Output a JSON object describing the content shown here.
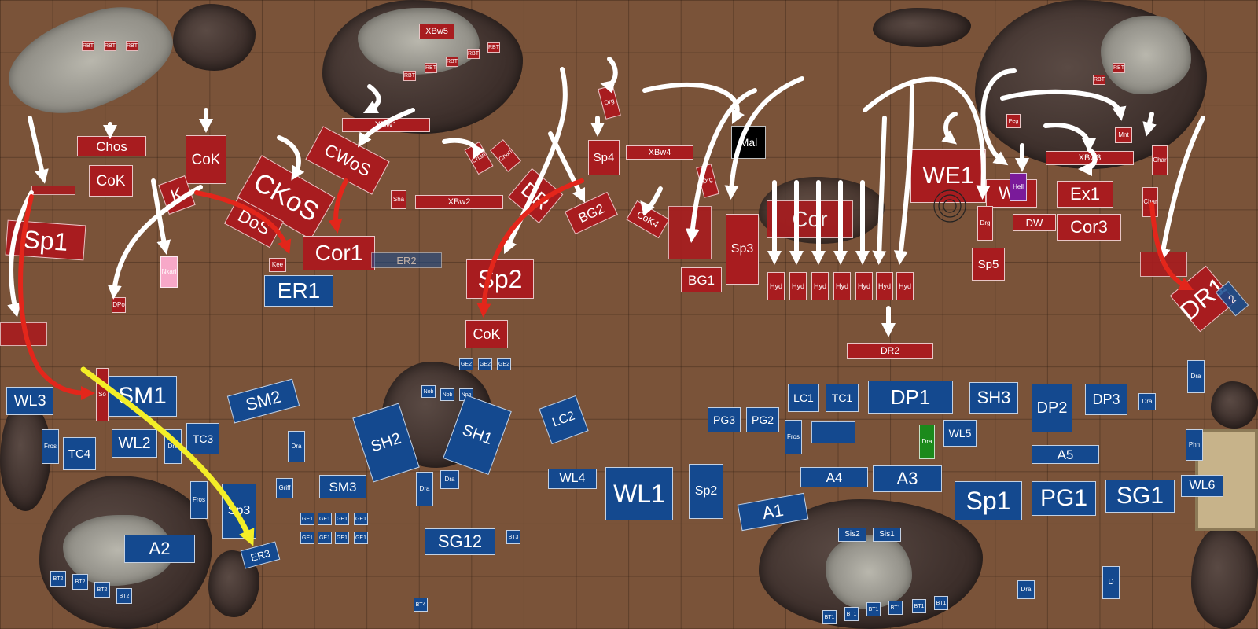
{
  "colors": {
    "table": "#7a5339",
    "red_army": "#a81c1f",
    "blue_army": "#14498f",
    "arrow_move": "#ffffff",
    "arrow_charge": "#e3261b",
    "arrow_ally": "#f3ee27",
    "pink_unit": "#f7a8c8",
    "purple_unit": "#7a1a9a",
    "green_unit": "#1b8a1b",
    "black_unit": "#000000"
  },
  "red_units": {
    "xbw5": "XBw5",
    "xbw1": "XBw1",
    "xbw2": "XBw2",
    "xbw4": "XBw4",
    "xbw3": "XBw3",
    "chos": "Chos",
    "cok_a": "CoK",
    "cok_b": "CoK",
    "cok_c": "CoK",
    "cok4": "CoK4",
    "ckos": "CKoS",
    "cwos": "CWoS",
    "dos": "DoS",
    "cor1": "Cor1",
    "cor3": "Cor3",
    "sp1": "Sp1",
    "sp2": "Sp2",
    "sp3": "Sp3",
    "sp4": "Sp4",
    "sp5": "Sp5",
    "dr_a": "DR",
    "dr1": "DR1",
    "dr2": "DR2",
    "bg1": "BG1",
    "bg2": "BG2",
    "we1": "WE1",
    "w2": "W2",
    "ex1": "Ex1",
    "dw": "DW",
    "mal": "Mal",
    "k": "K",
    "sha": "Sha",
    "kee": "Kee",
    "nkari": "Nkari",
    "dpo": "DPo",
    "drg": "Drg",
    "peg": "Peg",
    "mnt": "Mnt",
    "char": "Char",
    "chari": "Chari",
    "hell": "Hell",
    "cor_partial": "Cor",
    "rbt": "RBT",
    "hyd": "Hyd"
  },
  "blue_units": {
    "er1": "ER1",
    "er2": "ER2",
    "er3": "ER3",
    "sm1": "SM1",
    "sm2": "SM2",
    "sm3": "SM3",
    "wl1": "WL1",
    "wl2": "WL2",
    "wl3": "WL3",
    "wl4": "WL4",
    "wl5": "WL5",
    "wl6": "WL6",
    "tc1": "TC1",
    "tc3": "TC3",
    "tc4": "TC4",
    "lc1": "LC1",
    "lc2": "LC2",
    "sh1": "SH1",
    "sh2": "SH2",
    "sh3": "SH3",
    "dp1": "DP1",
    "dp2": "DP2",
    "dp3": "DP3",
    "pg1": "PG1",
    "pg2": "PG2",
    "pg3": "PG3",
    "sg1": "SG1",
    "sg12": "SG12",
    "sp1": "Sp1",
    "sp2": "Sp2",
    "sp3": "Sp3",
    "a1": "A1",
    "a2": "A2",
    "a3": "A3",
    "a4": "A4",
    "a5": "A5",
    "dra": "Dra",
    "fros": "Fros",
    "griff": "Griff",
    "phn": "Phn",
    "d": "D",
    "sis1": "Sis1",
    "sis2": "Sis2",
    "bt1": "BT1",
    "bt2": "BT2",
    "bt3": "BT3",
    "bt4": "BT4",
    "ge1": "GE1",
    "ge2": "GE2",
    "nob": "Nob",
    "so": "So"
  }
}
